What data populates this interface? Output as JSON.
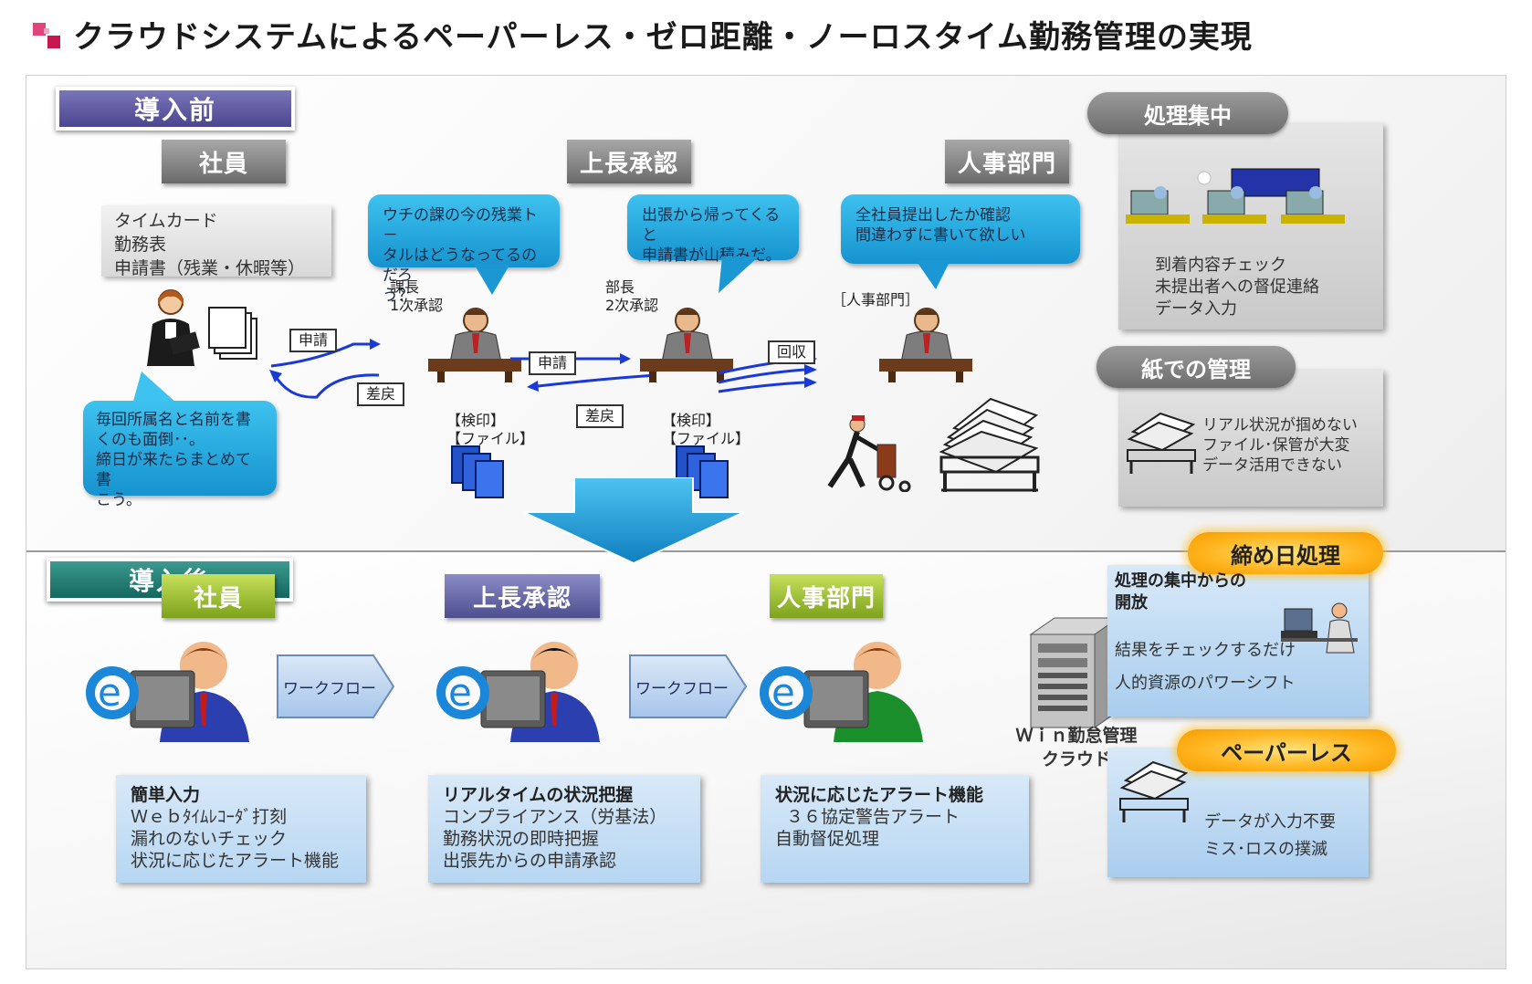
{
  "title": "クラウドシステムによるペーパーレス・ゼロ距離・ノーロスタイム勤務管理の実現",
  "before": {
    "phase_label": "導入前",
    "roles": {
      "employee": "社員",
      "approver": "上長承認",
      "hr": "人事部門"
    },
    "employee_note": [
      "タイムカード",
      "勤務表",
      "申請書（残業・休暇等）"
    ],
    "employee_bubble": [
      "毎回所属名と名前を書",
      "くのも面倒･･。",
      "締日が来たらまとめて書",
      "こう。"
    ],
    "section_chief_bubble": [
      "ウチの課の今の残業ト－",
      "タルはどうなってるのだろ",
      "う？"
    ],
    "section_chief_label": [
      "課長",
      "1次承認"
    ],
    "dept_head_bubble": [
      "出張から帰ってくると",
      "申請書が山積みだ。"
    ],
    "dept_head_label": [
      "部長",
      "2次承認"
    ],
    "hr_bubble": [
      "全社員提出したか確認",
      "間違わずに書いて欲しい"
    ],
    "hr_label": "［人事部門］",
    "flow_labels": {
      "apply1": "申請",
      "return1": "差戻",
      "apply2": "申請",
      "return2": "差戻",
      "collect": "回収"
    },
    "stamp_file_1": [
      "【検印】",
      "【ファイル】"
    ],
    "stamp_file_2": [
      "【検印】",
      "【ファイル】"
    ],
    "side": {
      "processing": {
        "pill": "処理集中",
        "items": [
          "到着内容チェック",
          "未提出者への督促連絡",
          "データ入力"
        ]
      },
      "paper": {
        "pill": "紙での管理",
        "items": [
          "リアル状況が掴めない",
          "ファイル･保管が大変",
          "データ活用できない"
        ]
      }
    }
  },
  "after": {
    "phase_label": "導入後",
    "roles": {
      "employee": "社員",
      "approver": "上長承認",
      "hr": "人事部門"
    },
    "workflow_1": "ワークフロー",
    "workflow_2": "ワークフロー",
    "server_label": [
      "Ｗｉｎ勤怠管理",
      "クラウド"
    ],
    "employee_box": {
      "heading": "簡単入力",
      "items": [
        "Ｗｅｂﾀｲﾑﾚｺｰﾀﾞ打刻",
        "漏れのないチェック",
        "状況に応じたアラート機能"
      ]
    },
    "approver_box": {
      "heading": "リアルタイムの状況把握",
      "items": [
        "コンプライアンス（労基法）",
        "勤務状況の即時把握",
        "出張先からの申請承認"
      ]
    },
    "hr_box": {
      "heading": "状況に応じたアラート機能",
      "items": [
        "３６協定警告アラート",
        "自動督促処理"
      ]
    },
    "side": {
      "closing": {
        "pill": "締め日処理",
        "heading": [
          "処理の集中からの",
          "開放"
        ],
        "items": [
          "結果をチェックするだけ",
          "人的資源のパワーシフト"
        ]
      },
      "paperless": {
        "pill": "ペーパーレス",
        "items": [
          "データが入力不要",
          "ミス･ロスの撲滅"
        ]
      }
    }
  },
  "colors": {
    "title_accent": "#c8174f",
    "before_phase": "#5a549e",
    "after_phase": "#1e7a70",
    "bubble_blue": "#2aaee6",
    "orange_pill": "#ffb31c",
    "flow_arrow": "#1a3ad8"
  }
}
